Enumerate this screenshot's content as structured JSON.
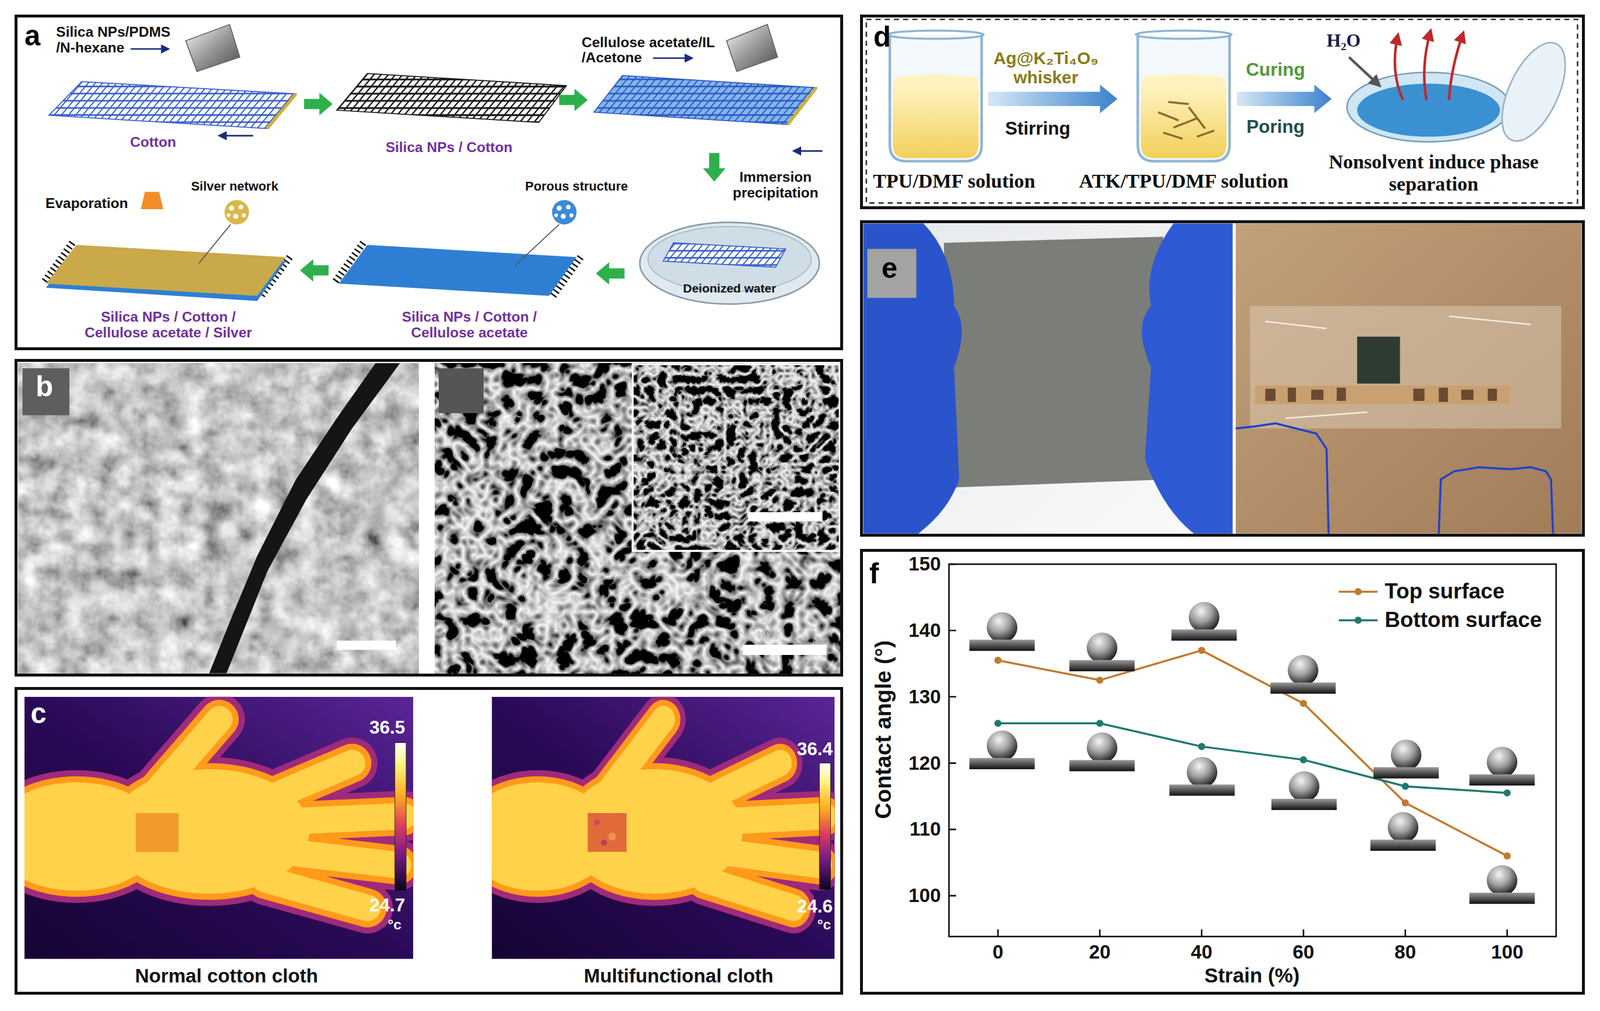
{
  "diagram": {
    "nodes": [
      {
        "text": [
          "a"
        ]
      },
      {
        "text": [
          "b"
        ]
      },
      {
        "text": [
          "c"
        ]
      },
      {
        "text": [
          "d"
        ]
      },
      {
        "text": [
          "e"
        ]
      },
      {
        "text": [
          "f"
        ]
      }
    ],
    "labels": [
      "Silica NPs/PDMS /N-hexane",
      "Cotton",
      "Silica NPs / Cotton",
      "Cellulose acetate/IL /Acetone",
      "Immersion precipitation",
      "Deionized water",
      "Porous structure",
      "Silica NPs / Cotton / Cellulose acetate",
      "Silver network",
      "Evaporation",
      "Silica NPs / Cotton / Cellulose acetate / Silver",
      "36.5",
      "24.7",
      "°c",
      "Normal cotton cloth",
      "36.4",
      "24.6",
      "°c",
      "Multifunctional cloth",
      "Ag@K₂Ti₄O₉ whisker",
      "Stirring",
      "Curing",
      "Poring",
      "H₂O",
      "TPU/DMF solution",
      "ATK/TPU/DMF solution",
      "Nonsolvent induce phase separation",
      "150",
      "140",
      "130",
      "120",
      "110",
      "100",
      "0",
      "20",
      "40",
      "60",
      "80",
      "100",
      "Contact angle (°)",
      "Strain (%)"
    ],
    "legend": [
      {
        "text": "Top surface"
      },
      {
        "text": "Bottom surface"
      }
    ]
  }
}
